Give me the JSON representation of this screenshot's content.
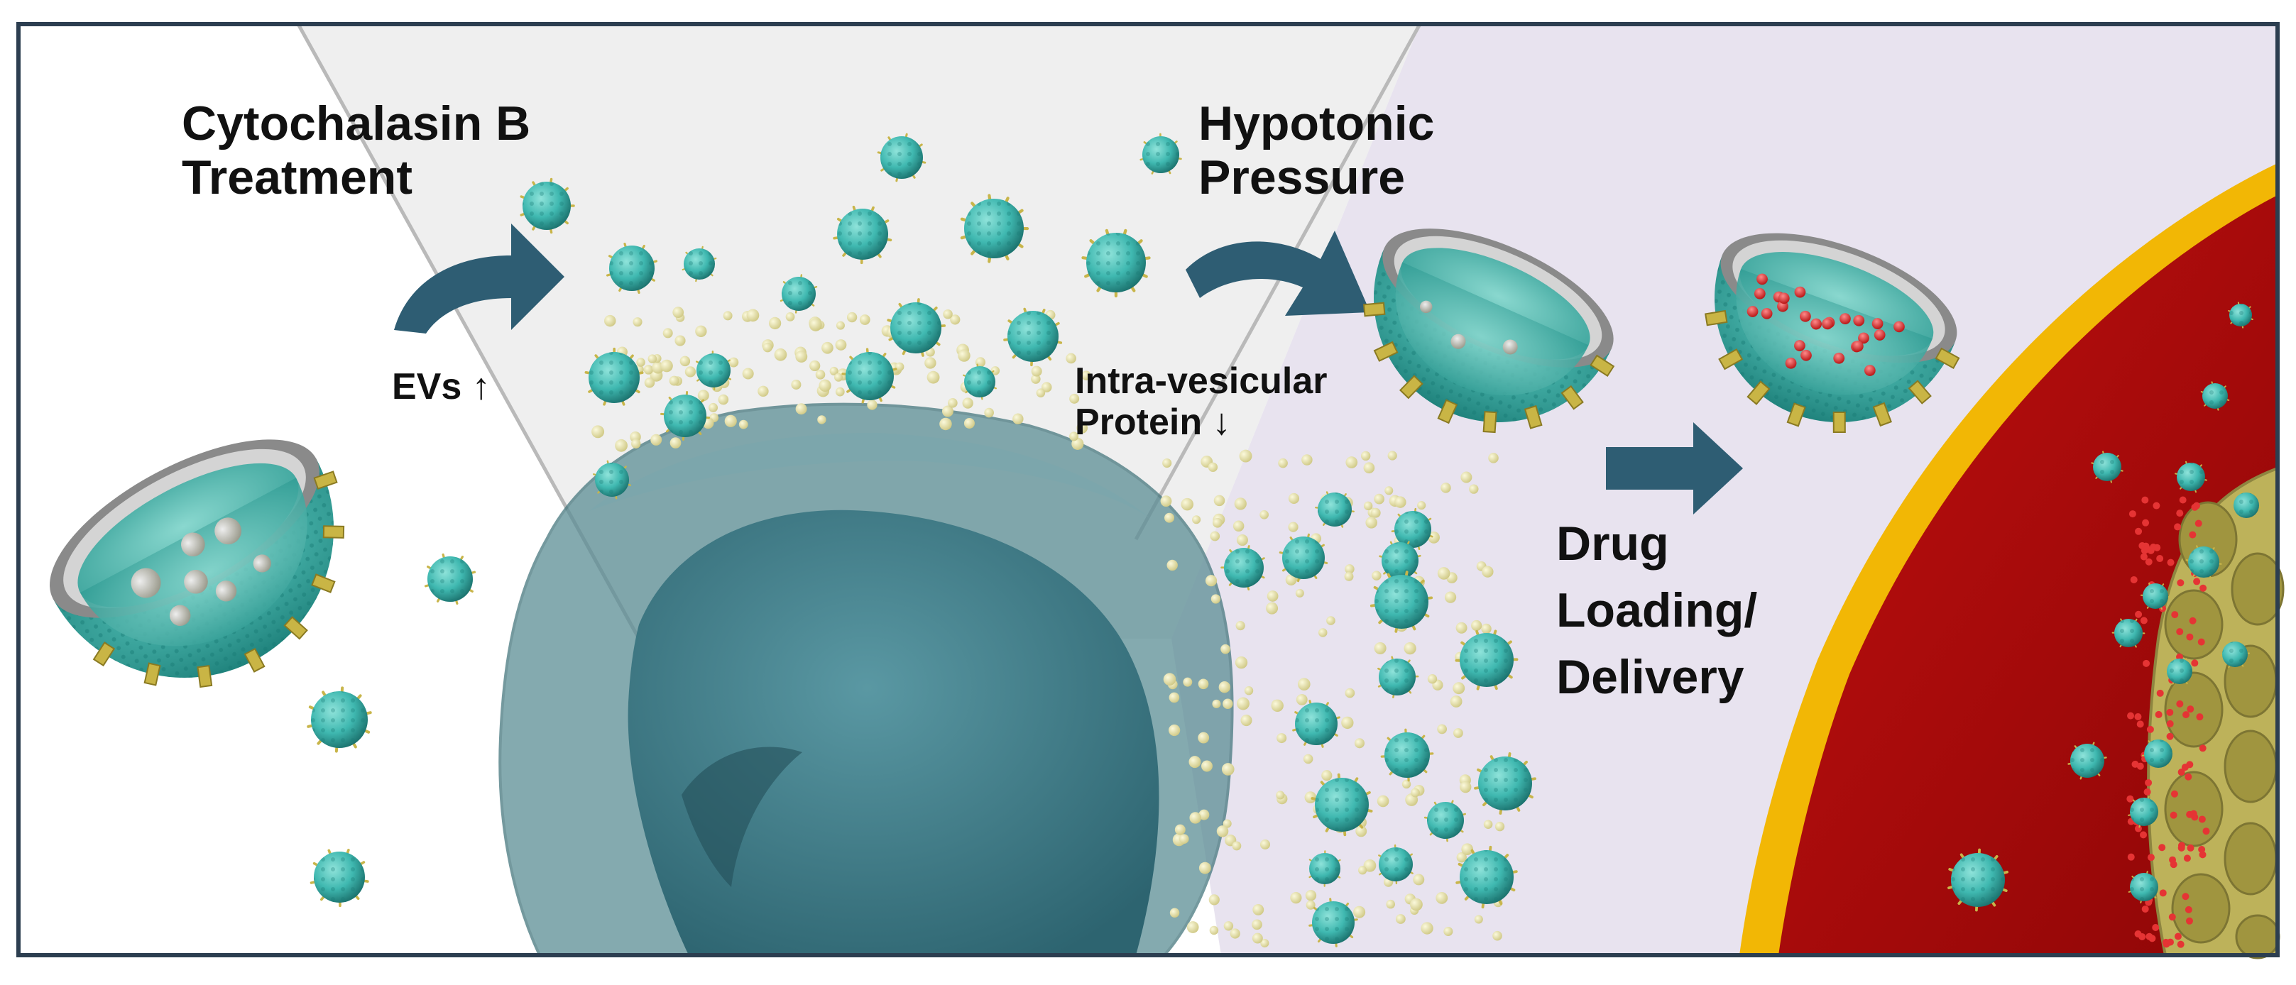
{
  "labels": {
    "cytochalasin": [
      "Cytochalasin B",
      "Treatment"
    ],
    "evs": "EVs ↑",
    "hypotonic": [
      "Hypotonic",
      "Pressure"
    ],
    "protein": [
      "Intra-vesicular",
      "Protein ↓"
    ],
    "drug": [
      "Drug",
      "Loading/",
      "Delivery"
    ]
  },
  "colors": {
    "vesicle_teal": "#3fb8b0",
    "vesicle_dark": "#1f7f7a",
    "arrow": "#2e5d73",
    "cell": "#5c8e95",
    "protein_dot": "#e6e2a6",
    "drug_dot": "#d42a2a",
    "tissue_red": "#b00c0c",
    "tissue_edge": "#f2b705",
    "tissue_cells": "#bdb25a",
    "frame": "#2c3e50",
    "panel_left": "#ffffff",
    "panel_middle": "#efefef",
    "panel_right": "#e8e3ef"
  }
}
